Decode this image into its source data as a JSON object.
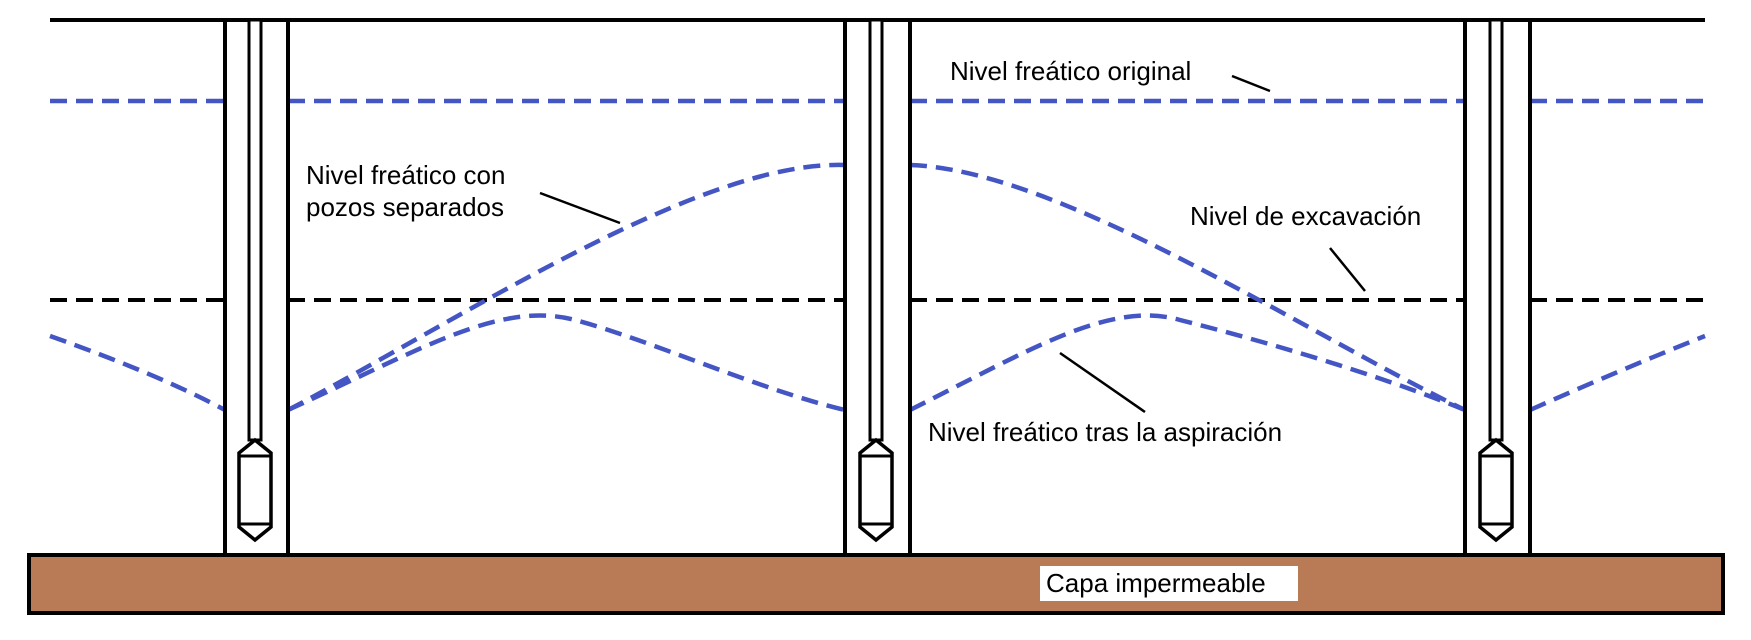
{
  "colors": {
    "water_table": "#4455c4",
    "excavation_line": "#000000",
    "impermeable_layer": "#b87b56",
    "background": "#ffffff"
  },
  "labels": {
    "original_water_table": "Nivel freático original",
    "separated_wells_line1": "Nivel freático con",
    "separated_wells_line2": "pozos separados",
    "excavation_level": "Nivel de excavación",
    "after_pumping": "Nivel freático tras la aspiración",
    "impermeable_layer": "Capa impermeable"
  }
}
